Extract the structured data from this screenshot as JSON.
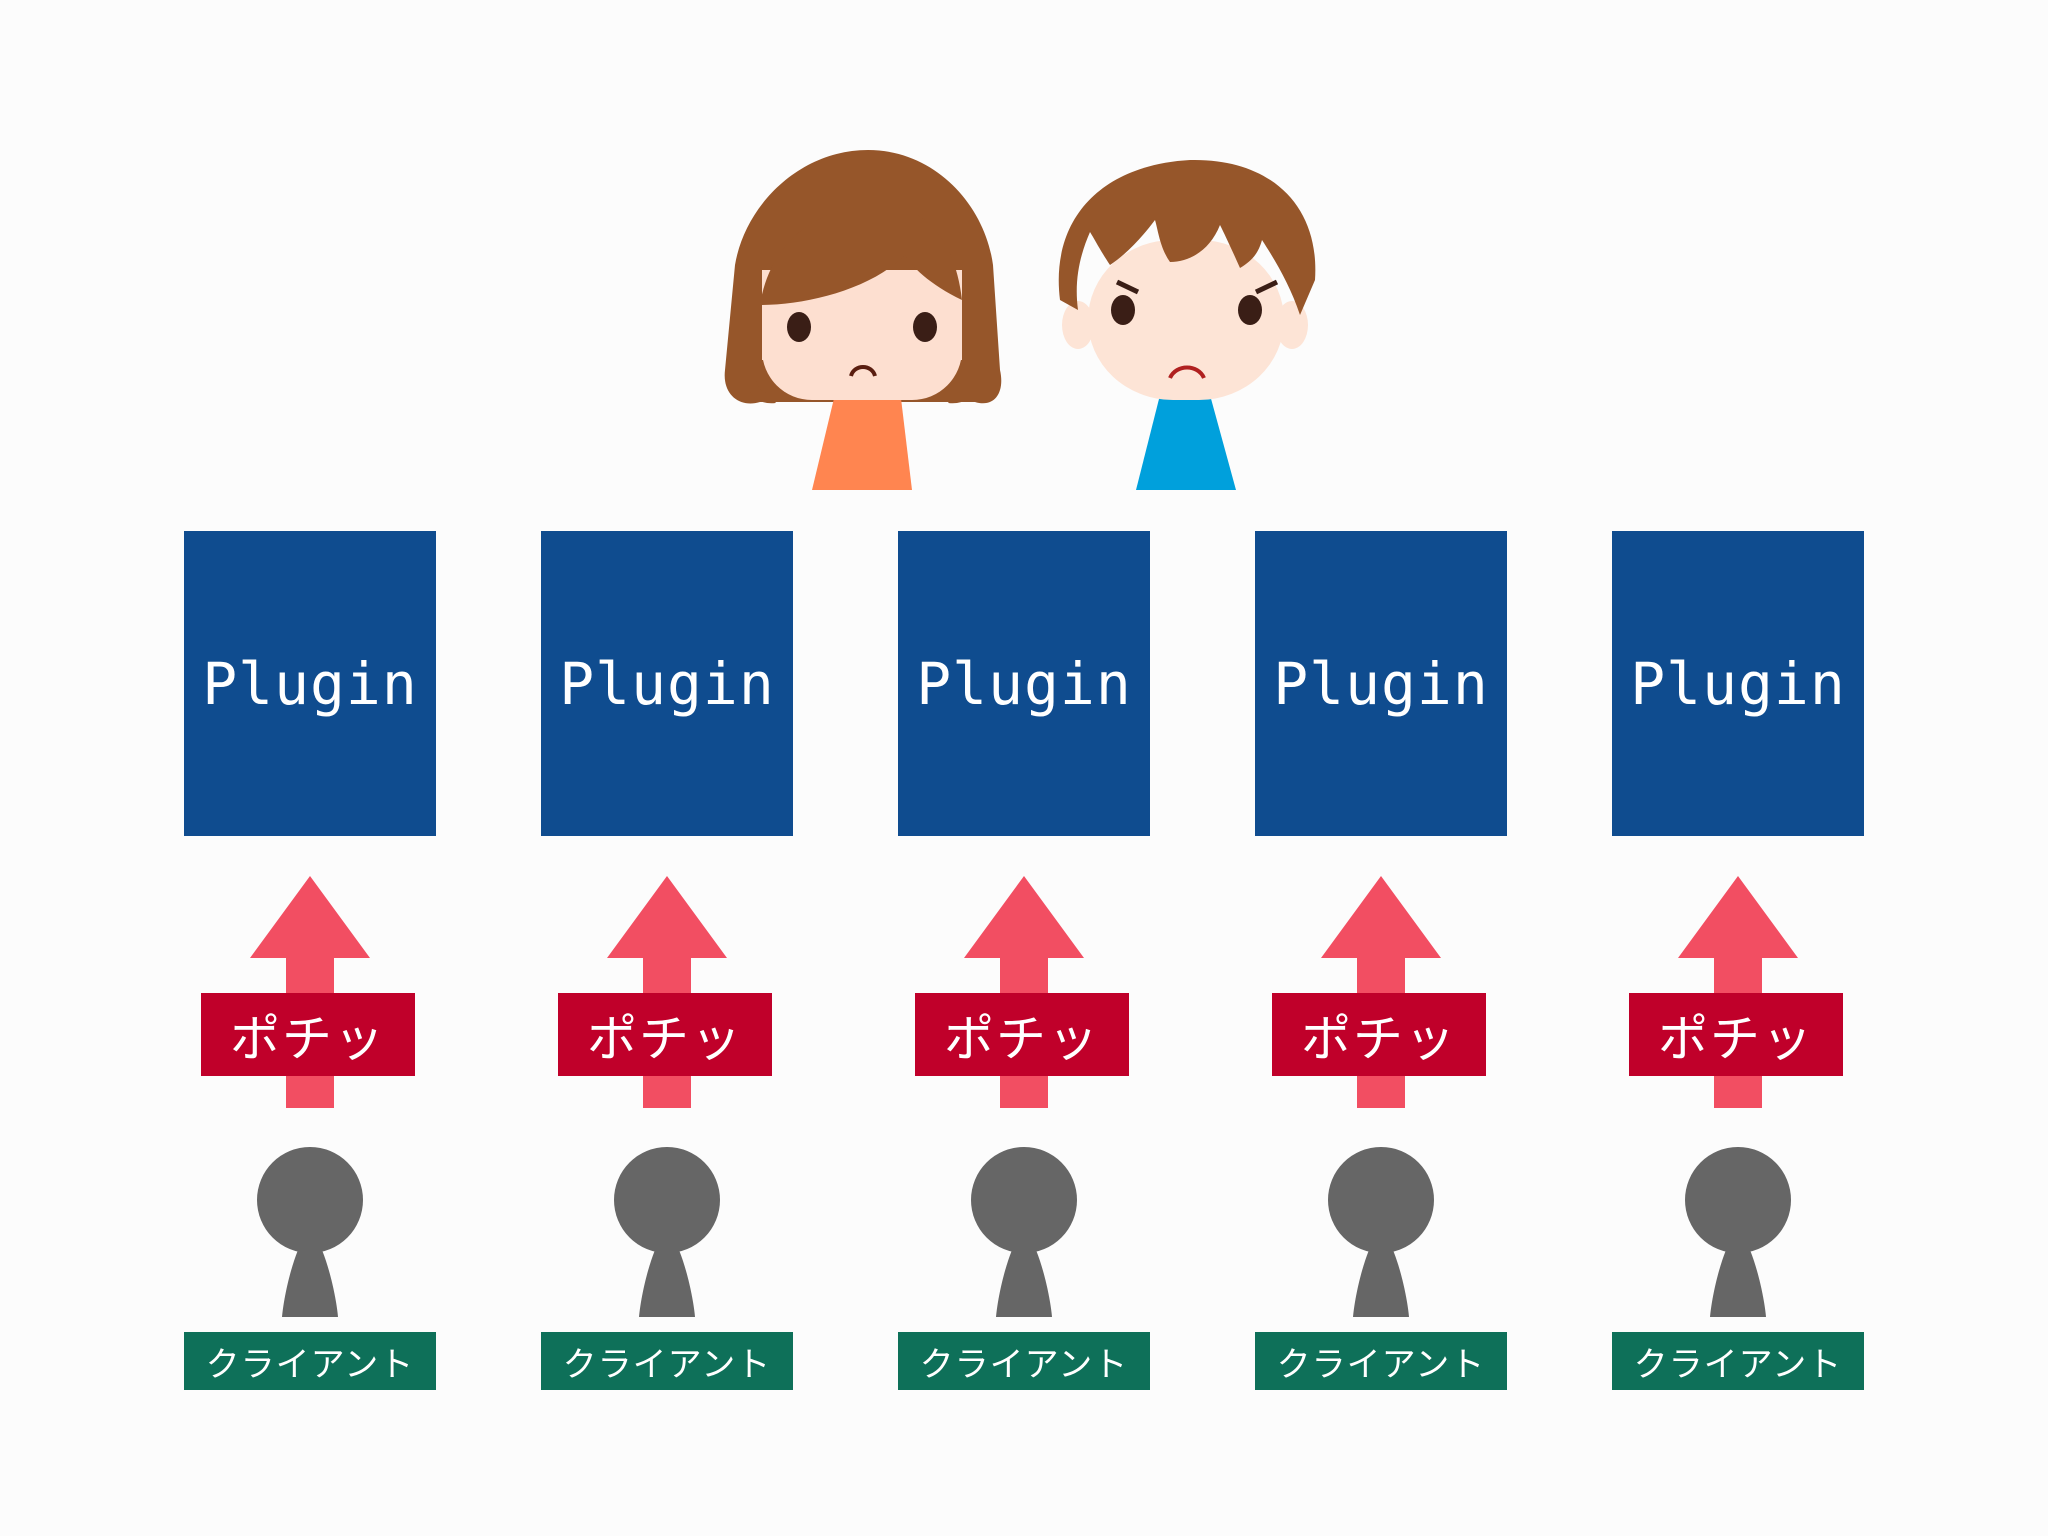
{
  "diagram": {
    "columns": [
      {
        "plugin_label": "Plugin",
        "action_label": "ポチッ",
        "client_label": "クライアント"
      },
      {
        "plugin_label": "Plugin",
        "action_label": "ポチッ",
        "client_label": "クライアント"
      },
      {
        "plugin_label": "Plugin",
        "action_label": "ポチッ",
        "client_label": "クライアント"
      },
      {
        "plugin_label": "Plugin",
        "action_label": "ポチッ",
        "client_label": "クライアント"
      },
      {
        "plugin_label": "Plugin",
        "action_label": "ポチッ",
        "client_label": "クライアント"
      }
    ]
  },
  "colors": {
    "plugin_box": "#0f4c8f",
    "arrow": "#f24e62",
    "action_box": "#c0002a",
    "client_box": "#0e7059",
    "person": "#666666",
    "girl_shirt": "#ff8550",
    "boy_shirt": "#00a0dc",
    "hair": "#96562a",
    "skin": "#fddfd0"
  },
  "icons": {
    "characters": [
      "worried-girl-icon",
      "worried-boy-icon"
    ],
    "arrow": "up-arrow-icon",
    "person": "person-icon"
  }
}
